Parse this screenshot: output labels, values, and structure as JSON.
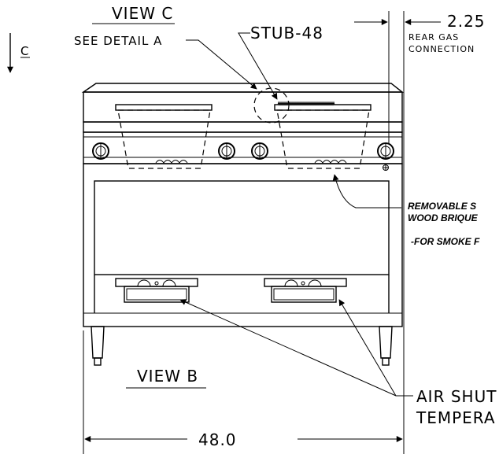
{
  "labels": {
    "view_c": "VIEW C",
    "see_detail_a": "SEE DETAIL A",
    "stub_48": "STUB-48",
    "dim_225": "2.25",
    "rear_gas_line1": "REAR GAS",
    "rear_gas_line2": "CONNECTION",
    "section_c": "C",
    "removable_line1": "REMOVABLE S",
    "removable_line2": "WOOD BRIQUE",
    "smoke_note": "-FOR SMOKE F",
    "view_b": "VIEW B",
    "air_shutter_line1": "AIR SHUT",
    "air_shutter_line2": "TEMPERA",
    "width_dim": "48.0"
  }
}
